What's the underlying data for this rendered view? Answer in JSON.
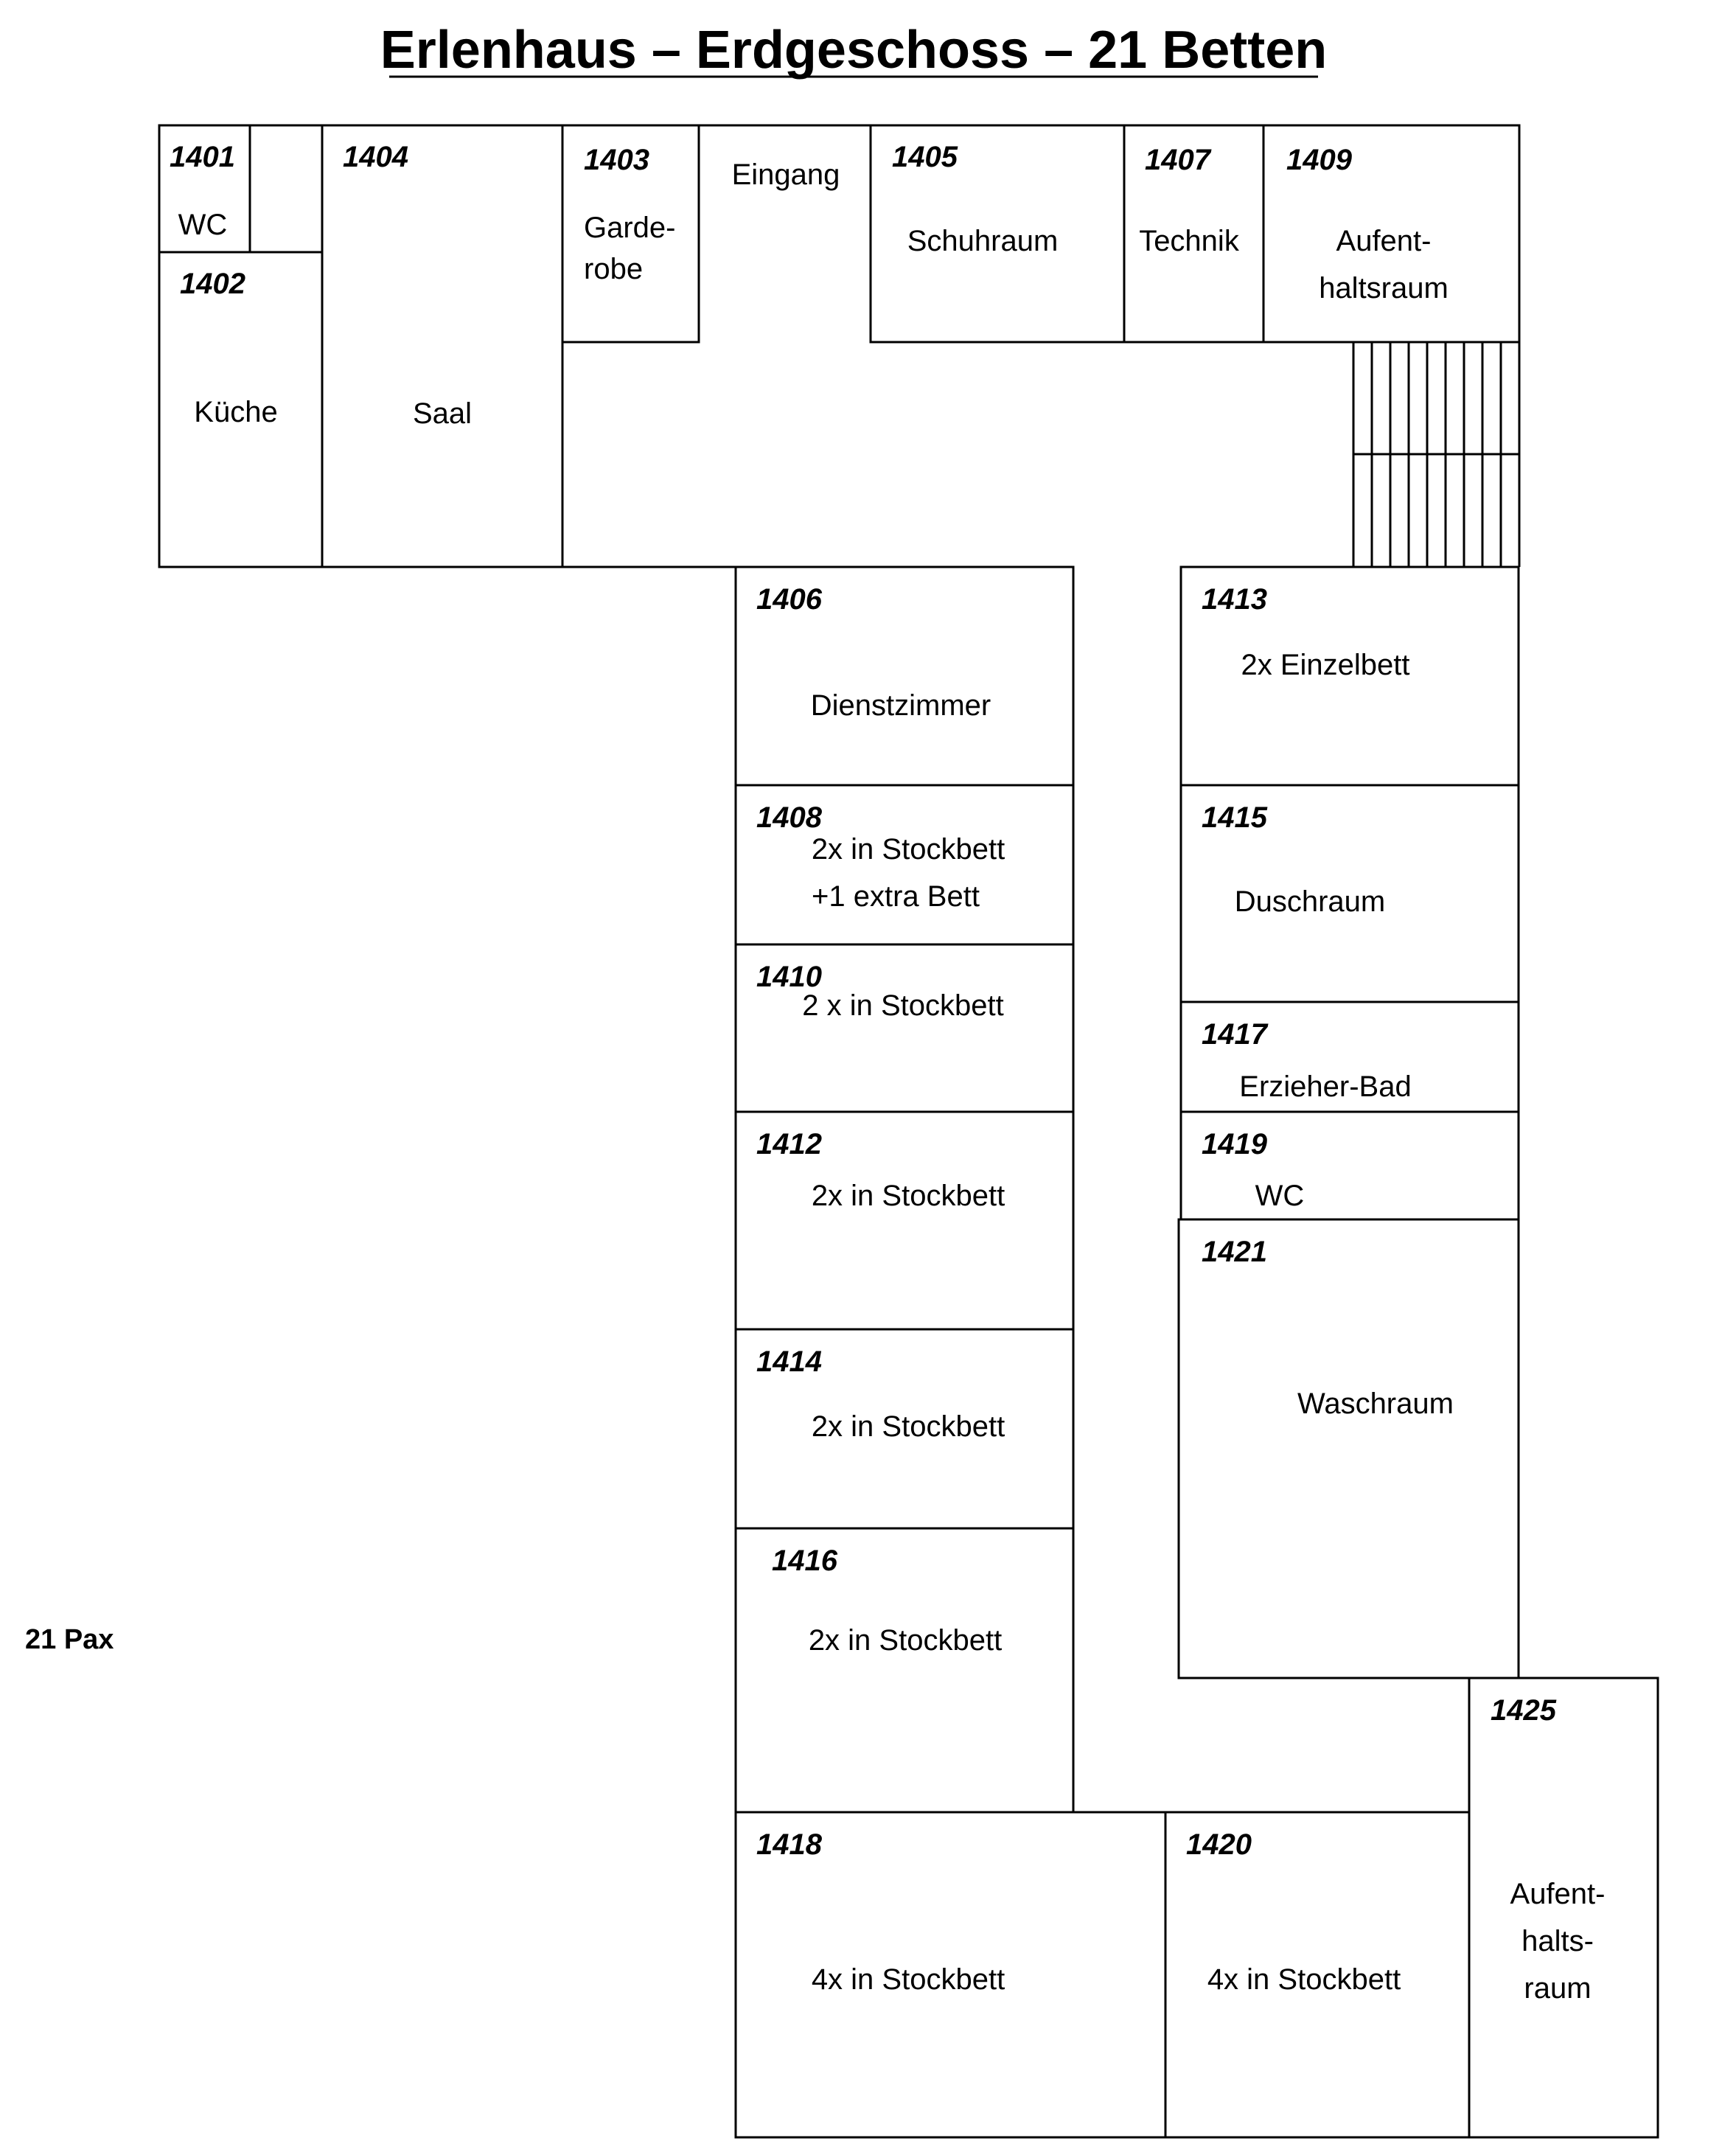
{
  "title": "Erlenhaus – Erdgeschoss – 21 Betten",
  "pax": "21 Pax",
  "rooms": [
    {
      "id": "r1401",
      "number": "1401",
      "label": [
        "WC"
      ]
    },
    {
      "id": "r1402",
      "number": "1402",
      "label": [
        "Küche"
      ]
    },
    {
      "id": "r1403",
      "number": "1403",
      "label": [
        "Garde-",
        "robe"
      ]
    },
    {
      "id": "r1404",
      "number": "1404",
      "label": [
        "Saal"
      ]
    },
    {
      "id": "r1405",
      "number": "1405",
      "label": [
        "Schuhraum"
      ]
    },
    {
      "id": "r1406",
      "number": "1406",
      "label": [
        "Dienstzimmer"
      ]
    },
    {
      "id": "r1407",
      "number": "1407",
      "label": [
        "Technik"
      ]
    },
    {
      "id": "r1408",
      "number": "1408",
      "label": [
        "2x in Stockbett",
        "+1 extra Bett"
      ]
    },
    {
      "id": "r1409",
      "number": "1409",
      "label": [
        "Aufent-",
        "haltsraum"
      ]
    },
    {
      "id": "r1410",
      "number": "1410",
      "label": [
        "2 x in Stockbett"
      ]
    },
    {
      "id": "r1412",
      "number": "1412",
      "label": [
        "2x in Stockbett"
      ]
    },
    {
      "id": "r1413",
      "number": "1413",
      "label": [
        "2x Einzelbett"
      ]
    },
    {
      "id": "r1414",
      "number": "1414",
      "label": [
        "2x in Stockbett"
      ]
    },
    {
      "id": "r1415",
      "number": "1415",
      "label": [
        "Duschraum"
      ]
    },
    {
      "id": "r1416",
      "number": "1416",
      "label": [
        "2x in Stockbett"
      ]
    },
    {
      "id": "r1417",
      "number": "1417",
      "label": [
        "Erzieher-Bad"
      ]
    },
    {
      "id": "r1418",
      "number": "1418",
      "label": [
        "4x in Stockbett"
      ]
    },
    {
      "id": "r1419",
      "number": "1419",
      "label": [
        "WC"
      ]
    },
    {
      "id": "r1420",
      "number": "1420",
      "label": [
        "4x in Stockbett"
      ]
    },
    {
      "id": "r1421",
      "number": "1421",
      "label": [
        "Waschraum"
      ]
    },
    {
      "id": "r1425",
      "number": "1425",
      "label": [
        "Aufent-",
        "halts-",
        "raum"
      ]
    }
  ],
  "entrance_label": "Eingang"
}
